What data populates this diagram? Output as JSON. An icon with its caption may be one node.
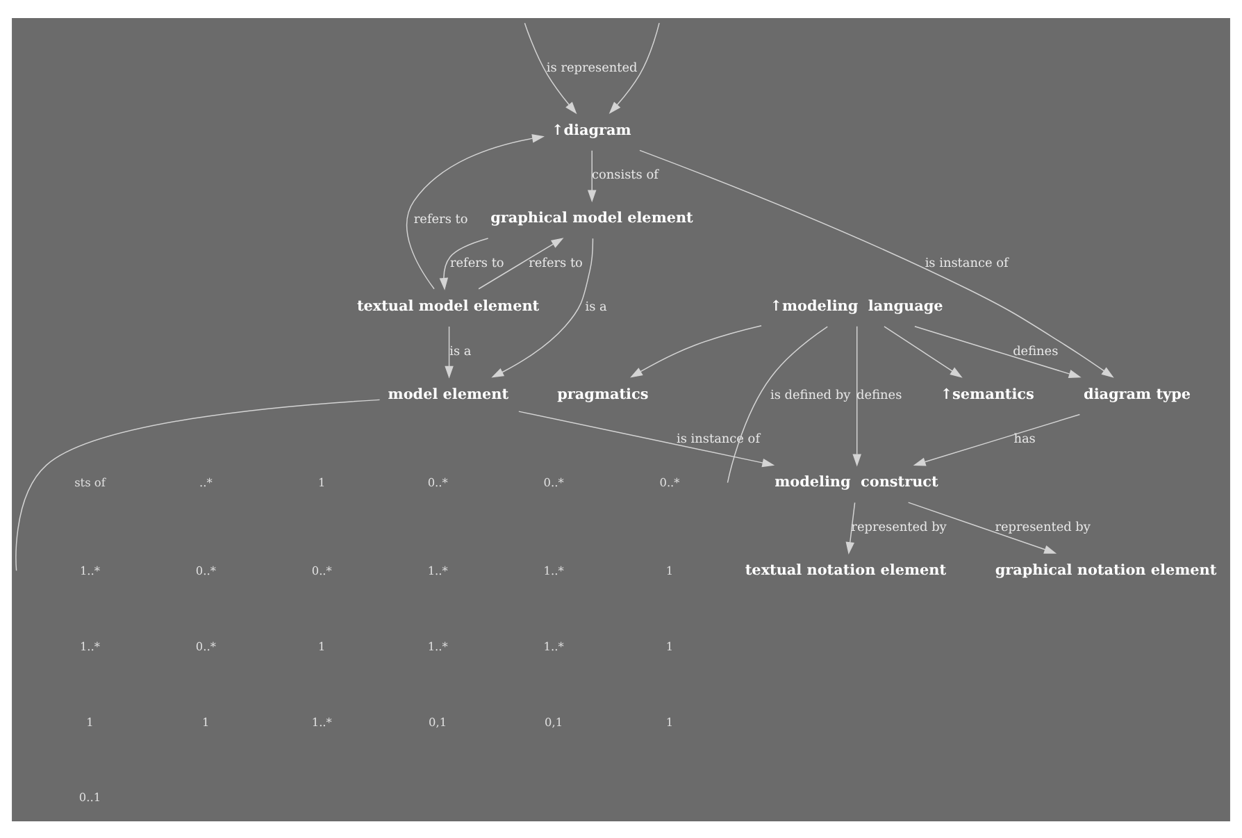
{
  "diagram": {
    "nodes": [
      {
        "text": [
          "model element"
        ]
      },
      {
        "text": [
          "textual model element"
        ]
      },
      {
        "text": [
          "↑diagram"
        ]
      },
      {
        "text": [
          "graphical model element"
        ]
      },
      {
        "text": [
          "diagram type"
        ]
      },
      {
        "text": [
          "modeling  construct"
        ]
      },
      {
        "text": [
          "↑modeling  language"
        ]
      },
      {
        "text": [
          "graphical notation element"
        ]
      },
      {
        "text": [
          "textual notation element"
        ]
      },
      {
        "text": [
          "↑semantics"
        ]
      },
      {
        "text": [
          "pragmatics"
        ]
      }
    ],
    "edges": [
      {
        "from": null,
        "to": 2,
        "arrow": "to",
        "label": "is represented"
      },
      {
        "from": null,
        "to": 2,
        "arrow": "to"
      },
      {
        "from": 0,
        "to": null,
        "arrow": "none"
      },
      {
        "from": 1,
        "to": 0,
        "arrow": "to",
        "label": "is a"
      },
      {
        "from": 1,
        "to": 2,
        "arrow": "to",
        "label": "refers to"
      },
      {
        "from": 1,
        "to": 3,
        "arrow": "to",
        "label": "refers to"
      },
      {
        "from": 3,
        "to": 1,
        "arrow": "to",
        "label": "refers to"
      },
      {
        "from": 3,
        "to": 0,
        "arrow": "to",
        "label": "is a"
      },
      {
        "from": 0,
        "to": 5,
        "arrow": "to",
        "label": "is instance of"
      },
      {
        "from": 2,
        "to": 3,
        "arrow": "to",
        "label": "consists of"
      },
      {
        "from": 2,
        "to": 4,
        "arrow": "to",
        "label": "is instance of"
      },
      {
        "from": 4,
        "to": 5,
        "arrow": "to",
        "label": "has"
      },
      {
        "from": 6,
        "to": 4,
        "arrow": "to",
        "label": "defines"
      },
      {
        "from": 6,
        "to": 5,
        "arrow": "to",
        "label": "defines"
      },
      {
        "from": 5,
        "to": 7,
        "arrow": "to",
        "label": "represented by"
      },
      {
        "from": 5,
        "to": 8,
        "arrow": "to",
        "label": "represented by"
      },
      {
        "from": 6,
        "to": null,
        "arrow": "none",
        "label": "is defined by"
      },
      {
        "from": 6,
        "to": 9,
        "arrow": "to"
      },
      {
        "from": 6,
        "to": 10,
        "arrow": "to"
      }
    ],
    "labels": [
      "sts of",
      "..*",
      "1",
      "0..*",
      "0..*",
      "0..*",
      "1..*",
      "0..*",
      "0..*",
      "1..*",
      "1..*",
      "1",
      "1..*",
      "0..*",
      "1",
      "1..*",
      "1..*",
      "1",
      "1",
      "1",
      "1..*",
      "0,1",
      "0,1",
      "1",
      "0..1"
    ]
  }
}
